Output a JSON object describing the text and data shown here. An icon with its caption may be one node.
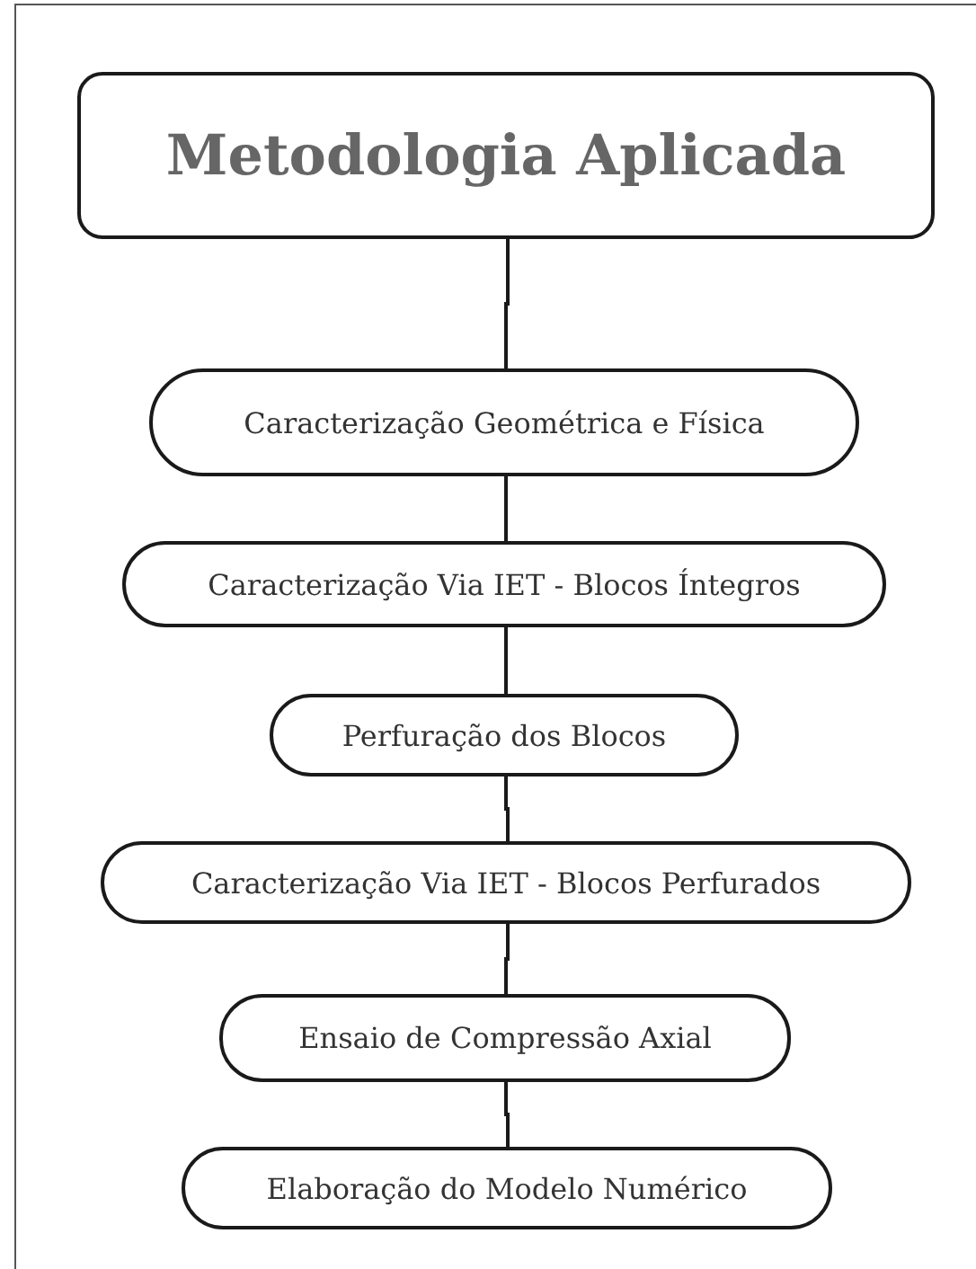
{
  "diagram": {
    "nodes": [
      {
        "text": [
          "Metodologia Aplicada"
        ]
      },
      {
        "text": [
          "Caracterização Geométrica e Física"
        ]
      },
      {
        "text": [
          "Caracterização Via IET - Blocos Íntegros"
        ]
      },
      {
        "text": [
          "Perfuração dos Blocos"
        ]
      },
      {
        "text": [
          "Caracterização Via IET - Blocos Perfurados"
        ]
      },
      {
        "text": [
          "Ensaio de Compressão Axial"
        ]
      },
      {
        "text": [
          "Elaboração do Modelo Numérico"
        ]
      }
    ],
    "edges": [
      {
        "from": 0,
        "to": 1,
        "arrow": "none"
      },
      {
        "from": 1,
        "to": 2,
        "arrow": "none"
      },
      {
        "from": 2,
        "to": 3,
        "arrow": "none"
      },
      {
        "from": 3,
        "to": 4,
        "arrow": "none"
      },
      {
        "from": 4,
        "to": 5,
        "arrow": "none"
      },
      {
        "from": 5,
        "to": 6,
        "arrow": "none"
      }
    ]
  }
}
